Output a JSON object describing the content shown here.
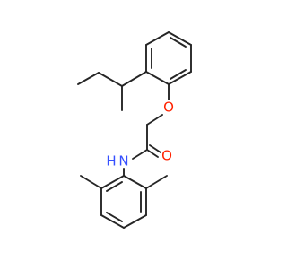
{
  "molecule": {
    "atoms": {
      "oxygen_ether": "O",
      "oxygen_carbonyl": "O",
      "nitrogen_amide": "N",
      "hydrogen_amide": "H"
    },
    "colors": {
      "bond": "#262626",
      "oxygen": "#ff2200",
      "nitrogen": "#3650ff",
      "background": "#ffffff"
    }
  }
}
